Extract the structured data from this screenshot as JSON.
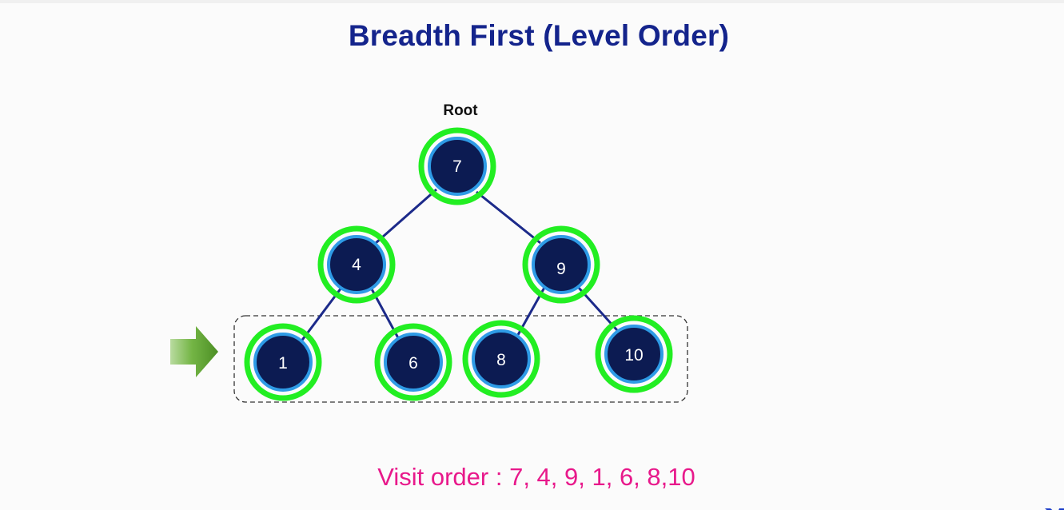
{
  "slide": {
    "title": "Breadth First (Level Order)",
    "root_label": "Root",
    "visit_order": "Visit order : 7, 4, 9, 1, 6, 8,10"
  },
  "tree": {
    "nodes": {
      "n7": "7",
      "n4": "4",
      "n9": "9",
      "n1": "1",
      "n6": "6",
      "n8": "8",
      "n10": "10"
    },
    "edges": [
      [
        "7",
        "4"
      ],
      [
        "7",
        "9"
      ],
      [
        "4",
        "1"
      ],
      [
        "4",
        "6"
      ],
      [
        "9",
        "8"
      ],
      [
        "9",
        "10"
      ]
    ],
    "visited_nodes": [
      "7",
      "4",
      "9",
      "1",
      "6",
      "8",
      "10"
    ],
    "current_level": [
      "1",
      "6",
      "8",
      "10"
    ]
  },
  "colors": {
    "title": "#14248c",
    "node_fill": "#0c1b52",
    "node_ring_inner": "#2e9be6",
    "visited_ring": "#22ee22",
    "edge": "#1c2a8a",
    "visit_order_text": "#e8198b",
    "arrow": "#5aa02c"
  }
}
